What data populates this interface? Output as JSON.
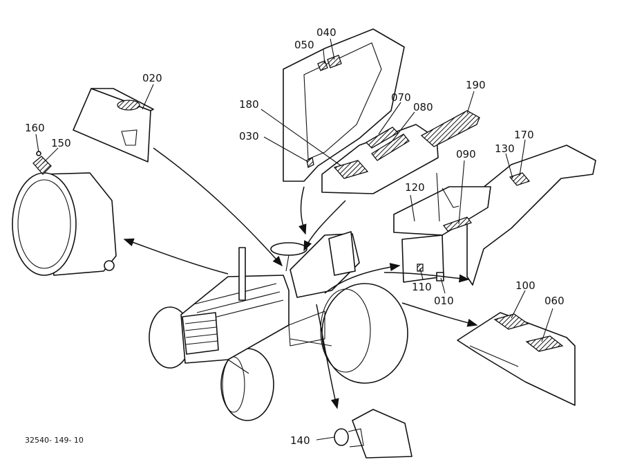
{
  "callouts": {
    "c020": "020",
    "c040": "040",
    "c050": "050",
    "c180": "180",
    "c030": "030",
    "c070": "070",
    "c080": "080",
    "c190": "190",
    "c160": "160",
    "c150": "150",
    "c170": "170",
    "c130": "130",
    "c090": "090",
    "c120": "120",
    "c110": "110",
    "c010": "010",
    "c100": "100",
    "c060": "060",
    "c140": "140"
  },
  "figure_code": "32540- 149- 10"
}
